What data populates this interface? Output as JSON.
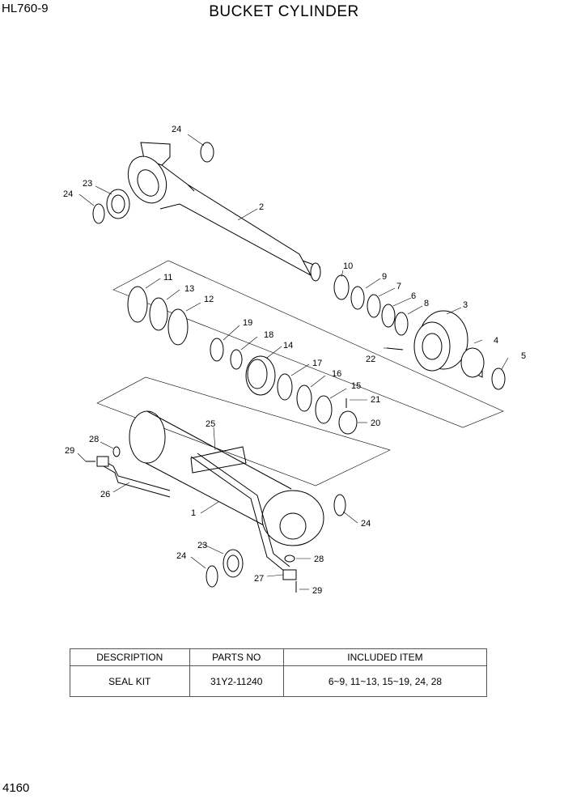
{
  "header": {
    "model": "HL760-9",
    "title": "BUCKET CYLINDER"
  },
  "footer": {
    "page_number": "4160"
  },
  "callouts": {
    "c1": "1",
    "c2": "2",
    "c3": "3",
    "c4": "4",
    "c5": "5",
    "c6": "6",
    "c7": "7",
    "c8": "8",
    "c9": "9",
    "c10": "10",
    "c11": "11",
    "c12": "12",
    "c13": "13",
    "c14": "14",
    "c15": "15",
    "c16": "16",
    "c17": "17",
    "c18": "18",
    "c19": "19",
    "c20": "20",
    "c21": "21",
    "c22": "22",
    "c23": "23",
    "c24": "24",
    "c25": "25",
    "c26": "26",
    "c27": "27",
    "c28": "28",
    "c29": "29"
  },
  "seal_kit_table": {
    "headers": {
      "description": "DESCRIPTION",
      "parts_no": "PARTS NO",
      "included_item": "INCLUDED ITEM"
    },
    "rows": [
      {
        "description": "SEAL KIT",
        "parts_no": "31Y2-11240",
        "included_item": "6~9, 11~13, 15~19, 24, 28"
      }
    ]
  }
}
